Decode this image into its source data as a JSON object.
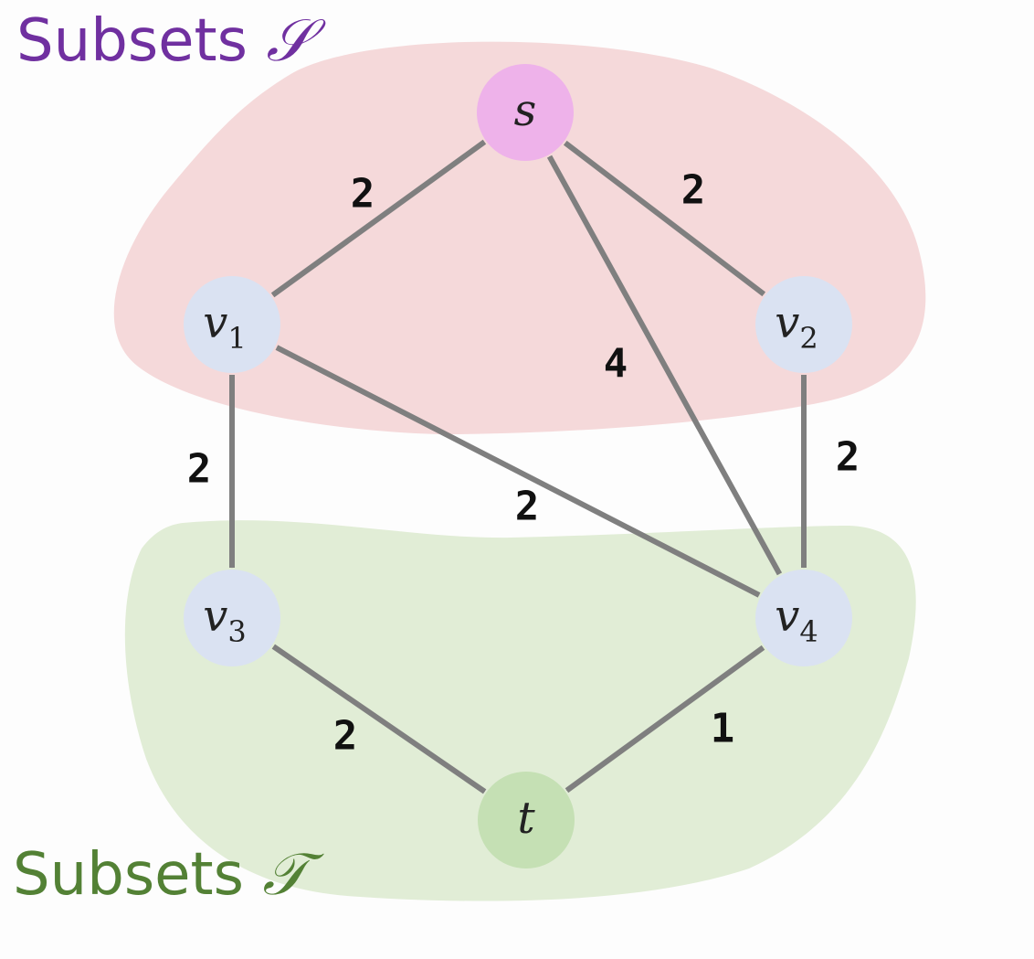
{
  "regions": {
    "source": {
      "prefix": "Subsets ",
      "symbol": "𝒮",
      "color": "#7030a0",
      "fill": "#f5d9da"
    },
    "target": {
      "prefix": "Subsets ",
      "symbol": "𝒯",
      "color": "#538135",
      "fill": "#e1edd6"
    }
  },
  "nodes": [
    {
      "id": "s",
      "label": "s",
      "sub": "",
      "fill": "#eeb2ea"
    },
    {
      "id": "v1",
      "label": "v",
      "sub": "1",
      "fill": "#dae2f2"
    },
    {
      "id": "v2",
      "label": "v",
      "sub": "2",
      "fill": "#dae2f2"
    },
    {
      "id": "v3",
      "label": "v",
      "sub": "3",
      "fill": "#dae2f2"
    },
    {
      "id": "v4",
      "label": "v",
      "sub": "4",
      "fill": "#dae2f2"
    },
    {
      "id": "t",
      "label": "t",
      "sub": "",
      "fill": "#c5e0b4"
    }
  ],
  "edges": [
    {
      "from": "s",
      "to": "v1",
      "weight": "2"
    },
    {
      "from": "s",
      "to": "v2",
      "weight": "2"
    },
    {
      "from": "v4",
      "to": "s",
      "weight": "4"
    },
    {
      "from": "v1",
      "to": "v3",
      "weight": "2"
    },
    {
      "from": "v1",
      "to": "v4",
      "weight": "2"
    },
    {
      "from": "v2",
      "to": "v4",
      "weight": "2"
    },
    {
      "from": "v3",
      "to": "t",
      "weight": "2"
    },
    {
      "from": "v4",
      "to": "t",
      "weight": "1"
    }
  ],
  "edge_color": "#7f7f7f"
}
